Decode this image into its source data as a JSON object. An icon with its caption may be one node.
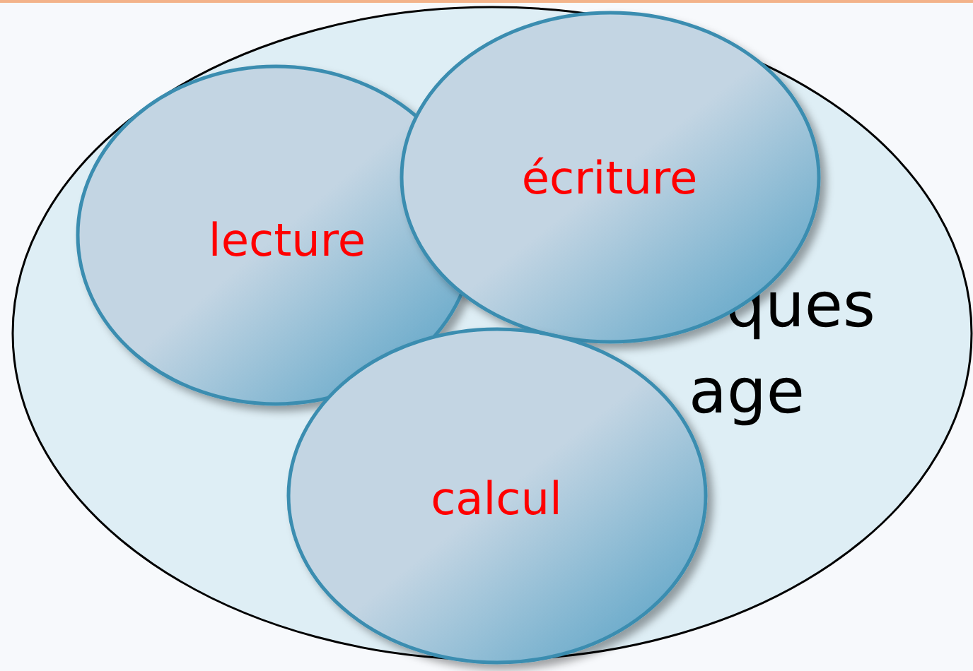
{
  "diagram": {
    "nodes": [
      {
        "text": [
          "ques",
          "age"
        ]
      },
      {
        "text": [
          "lecture"
        ],
        "in": 0
      },
      {
        "text": [
          "écriture"
        ],
        "in": 0
      },
      {
        "text": [
          "calcul"
        ],
        "in": 0
      }
    ]
  }
}
